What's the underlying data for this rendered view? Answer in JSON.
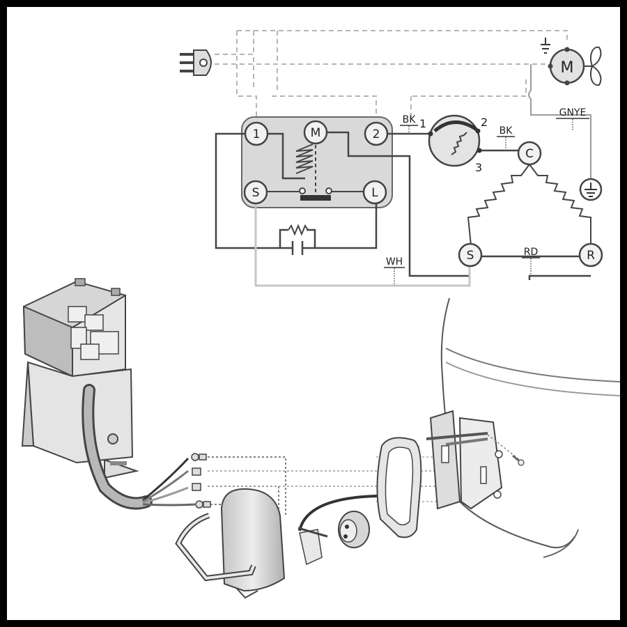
{
  "diagram": {
    "relay_terminals": {
      "t1": "1",
      "tM": "M",
      "t2": "2",
      "tS": "S",
      "tL": "L"
    },
    "thermostat_terminals": {
      "p1": "1",
      "p2": "2",
      "p3": "3"
    },
    "compressor_terminals": {
      "C": "C",
      "S": "S",
      "R": "R"
    },
    "fan_motor": "M",
    "wire_labels": {
      "bk1": "BK",
      "bk2": "BK",
      "gnye": "GNYE",
      "wh": "WH",
      "rd": "RD"
    }
  }
}
